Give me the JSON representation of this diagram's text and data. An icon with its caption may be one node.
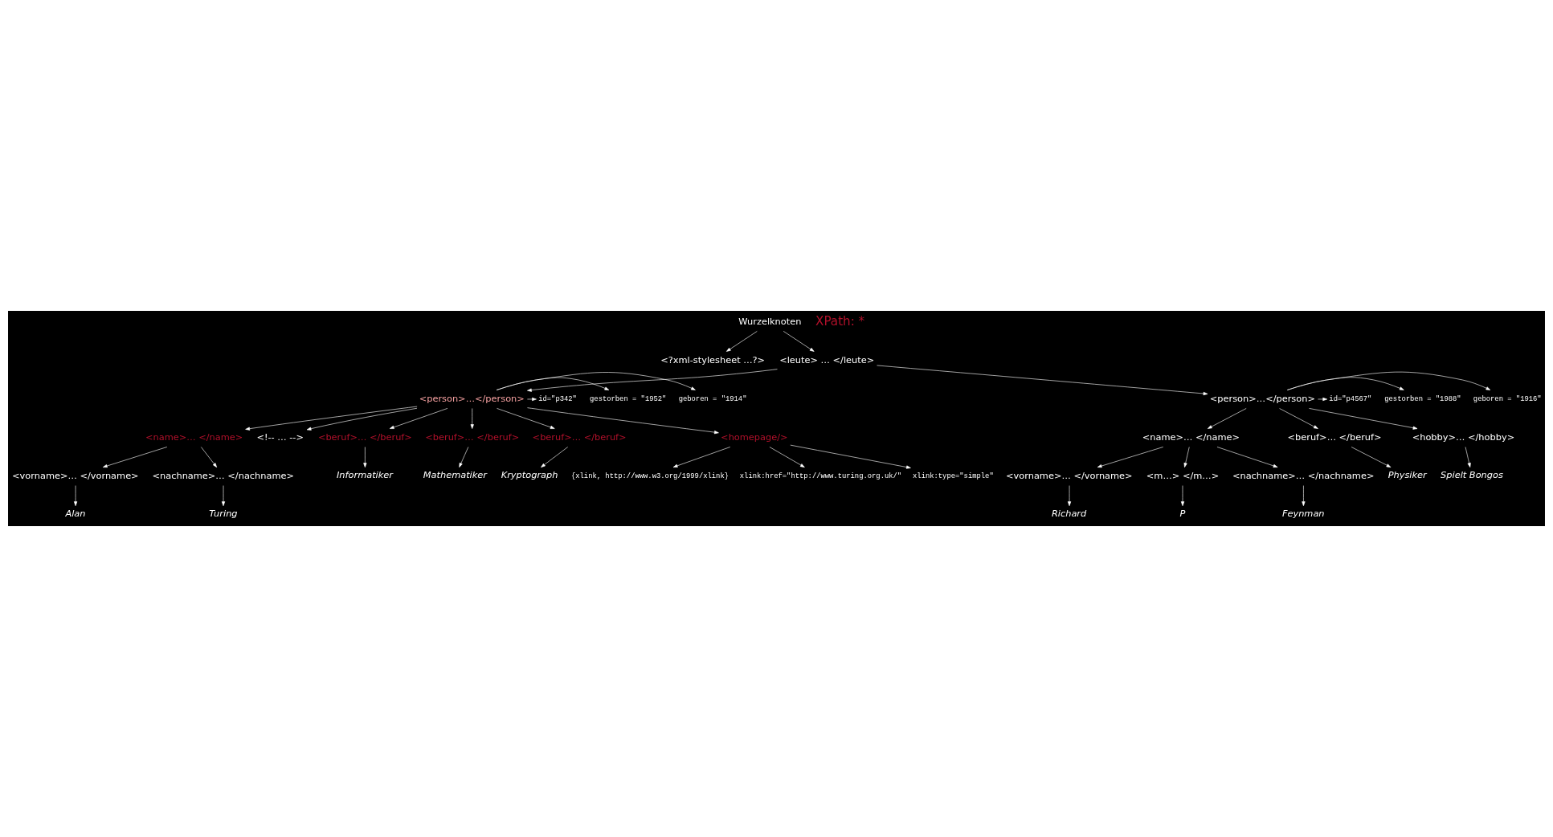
{
  "diagram": {
    "nodes": [
      {
        "text": [
          "Wurzelknoten"
        ]
      },
      {
        "text": [
          "<?xml-stylesheet …?>"
        ]
      },
      {
        "text": [
          "<leute> … </leute>"
        ]
      },
      {
        "text": [
          "<person>…</person>"
        ]
      },
      {
        "text": [
          "geboren = \"1914\""
        ]
      },
      {
        "text": [
          "gestorben = \"1952\""
        ]
      },
      {
        "text": [
          "id=\"p342\""
        ]
      },
      {
        "text": [
          "<person>…</person>"
        ]
      },
      {
        "text": [
          "geboren = \"1916\""
        ]
      },
      {
        "text": [
          "gestorben = \"1988\""
        ]
      },
      {
        "text": [
          "id=\"p4567\""
        ]
      },
      {
        "text": [
          "<name>… </name>"
        ]
      },
      {
        "text": [
          "<!-- … -->"
        ]
      },
      {
        "text": [
          "<beruf>… </beruf>"
        ]
      },
      {
        "text": [
          "<beruf>… </beruf>"
        ]
      },
      {
        "text": [
          "<beruf>… </beruf>"
        ]
      },
      {
        "text": [
          "<homepage/>"
        ]
      },
      {
        "text": [
          "<name>… </name>"
        ]
      },
      {
        "text": [
          "<beruf>… </beruf>"
        ]
      },
      {
        "text": [
          "<hobby>… </hobby>"
        ]
      },
      {
        "text": [
          "Informatiker"
        ]
      },
      {
        "text": [
          "Mathematiker"
        ]
      },
      {
        "text": [
          "Kryptograph"
        ]
      },
      {
        "text": [
          "<vorname>… </vorname>"
        ]
      },
      {
        "text": [
          "<nachname>… </nachname>"
        ]
      },
      {
        "text": [
          "{xlink, http://www.w3.org/1999/xlink}"
        ]
      },
      {
        "text": [
          "xlink:href=\"http://www.turing.org.uk/\""
        ]
      },
      {
        "text": [
          "xlink:type=\"simple\""
        ]
      },
      {
        "text": [
          "Physiker"
        ]
      },
      {
        "text": [
          "Spielt Bongos"
        ]
      },
      {
        "text": [
          "<vorname>… </vorname>"
        ]
      },
      {
        "text": [
          "<m…> </m…>"
        ]
      },
      {
        "text": [
          "<nachname>… </nachname>"
        ]
      },
      {
        "text": [
          "Alan"
        ]
      },
      {
        "text": [
          "Turing"
        ]
      },
      {
        "text": [
          "Richard"
        ]
      },
      {
        "text": [
          "P"
        ]
      },
      {
        "text": [
          "Feynman"
        ]
      }
    ],
    "edges": [
      {
        "from": 0,
        "to": 1,
        "arrow": "to"
      },
      {
        "from": 0,
        "to": 2,
        "arrow": "to"
      },
      {
        "from": 2,
        "to": 3,
        "arrow": "to"
      },
      {
        "from": 2,
        "to": 7,
        "arrow": "to"
      },
      {
        "from": 3,
        "to": 4,
        "arrow": "to"
      },
      {
        "from": 3,
        "to": 5,
        "arrow": "to"
      },
      {
        "from": 3,
        "to": 6,
        "arrow": "to"
      },
      {
        "from": 7,
        "to": 8,
        "arrow": "to"
      },
      {
        "from": 7,
        "to": 9,
        "arrow": "to"
      },
      {
        "from": 7,
        "to": 10,
        "arrow": "to"
      },
      {
        "from": 3,
        "to": 11,
        "arrow": "to"
      },
      {
        "from": 3,
        "to": 12,
        "arrow": "to"
      },
      {
        "from": 3,
        "to": 13,
        "arrow": "to"
      },
      {
        "from": 3,
        "to": 14,
        "arrow": "to"
      },
      {
        "from": 3,
        "to": 15,
        "arrow": "to"
      },
      {
        "from": 3,
        "to": 16,
        "arrow": "to"
      },
      {
        "from": 7,
        "to": 17,
        "arrow": "to"
      },
      {
        "from": 7,
        "to": 18,
        "arrow": "to"
      },
      {
        "from": 7,
        "to": 19,
        "arrow": "to"
      },
      {
        "from": 13,
        "to": 20,
        "arrow": "to"
      },
      {
        "from": 14,
        "to": 21,
        "arrow": "to"
      },
      {
        "from": 15,
        "to": 22,
        "arrow": "to"
      },
      {
        "from": 11,
        "to": 23,
        "arrow": "to"
      },
      {
        "from": 11,
        "to": 24,
        "arrow": "to"
      },
      {
        "from": 16,
        "to": 25,
        "arrow": "to"
      },
      {
        "from": 16,
        "to": 26,
        "arrow": "to"
      },
      {
        "from": 16,
        "to": 27,
        "arrow": "to"
      },
      {
        "from": 18,
        "to": 28,
        "arrow": "to"
      },
      {
        "from": 19,
        "to": 29,
        "arrow": "to"
      },
      {
        "from": 17,
        "to": 30,
        "arrow": "to"
      },
      {
        "from": 17,
        "to": 31,
        "arrow": "to"
      },
      {
        "from": 17,
        "to": 32,
        "arrow": "to"
      },
      {
        "from": 23,
        "to": 33,
        "arrow": "to"
      },
      {
        "from": 24,
        "to": 34,
        "arrow": "to"
      },
      {
        "from": 30,
        "to": 35,
        "arrow": "to"
      },
      {
        "from": 31,
        "to": 36,
        "arrow": "to"
      },
      {
        "from": 32,
        "to": 37,
        "arrow": "to"
      }
    ],
    "labels": [
      "XPath: *"
    ]
  }
}
